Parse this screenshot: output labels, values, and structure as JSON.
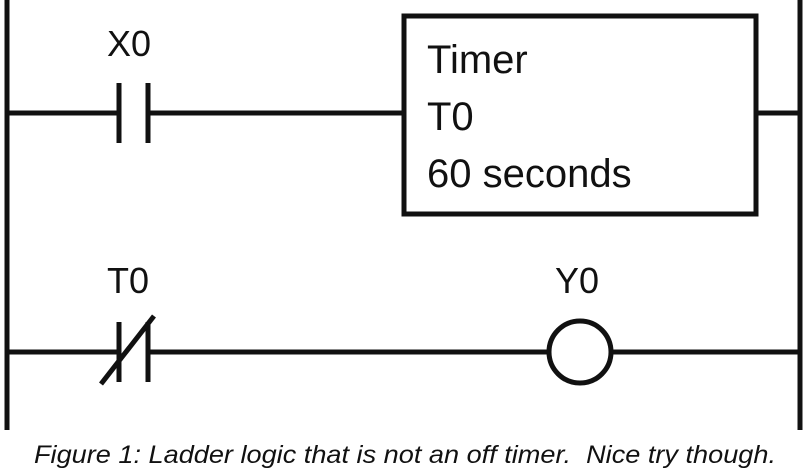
{
  "rungs": [
    {
      "contact": {
        "label": "X0",
        "kind": "normally-open"
      },
      "output": {
        "kind": "timer-block",
        "lines": [
          "Timer",
          "T0",
          "60 seconds"
        ]
      }
    },
    {
      "contact": {
        "label": "T0",
        "kind": "normally-closed"
      },
      "output": {
        "kind": "coil",
        "label": "Y0"
      }
    }
  ],
  "caption": "Figure 1: Ladder logic that is not an off timer.  Nice try though."
}
